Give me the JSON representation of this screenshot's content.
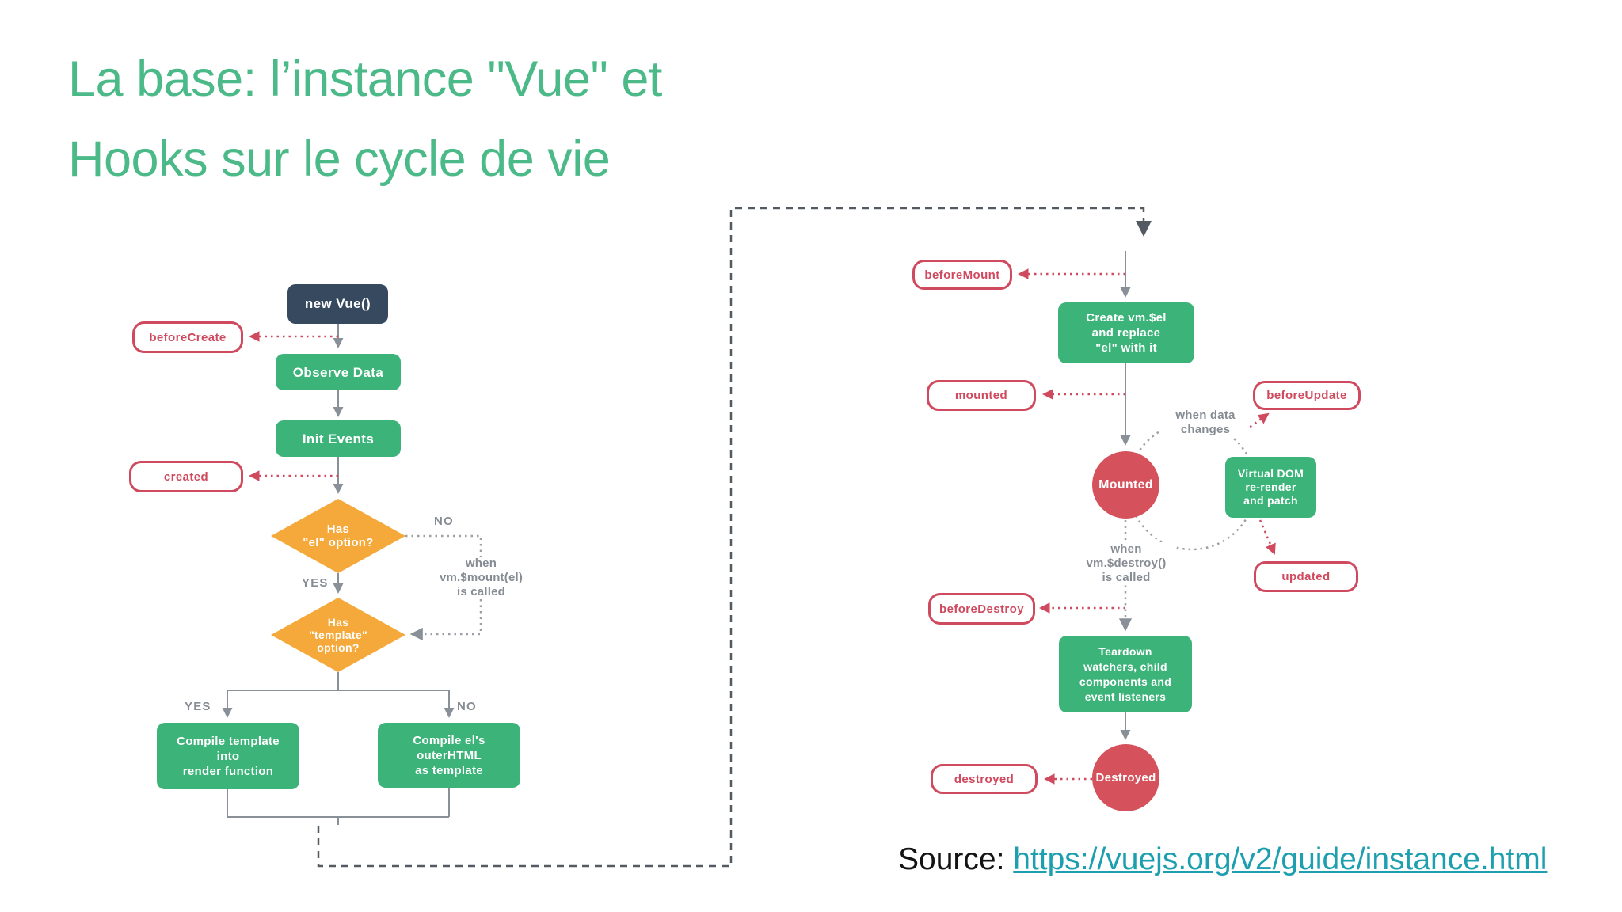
{
  "title": {
    "line1": "La base: l’instance \"Vue\" et",
    "line2": "Hooks sur le cycle de vie"
  },
  "left_flow": {
    "new_vue": "new Vue()",
    "before_create": "beforeCreate",
    "observe_data": "Observe Data",
    "init_events": "Init Events",
    "created": "created",
    "has_el": "Has\n\"el\" option?",
    "no_1": "NO",
    "yes_1": "YES",
    "when_mount": "when\nvm.$mount(el)\nis called",
    "has_template": "Has\n\"template\"\noption?",
    "yes_2": "YES",
    "no_2": "NO",
    "compile_template": "Compile template\ninto\nrender function",
    "compile_el": "Compile el's\nouterHTML\nas template"
  },
  "right_flow": {
    "before_mount": "beforeMount",
    "create_vm_el": "Create vm.$el\nand replace\n\"el\" with it",
    "mounted_hook": "mounted",
    "before_update": "beforeUpdate",
    "when_data_changes": "when data\nchanges",
    "mounted_state": "Mounted",
    "virtual_dom": "Virtual DOM\nre-render\nand patch",
    "updated": "updated",
    "when_destroy": "when\nvm.$destroy()\nis called",
    "before_destroy": "beforeDestroy",
    "teardown": "Teardown\nwatchers, child\ncomponents and\nevent listeners",
    "destroyed_state": "Destroyed",
    "destroyed_hook": "destroyed"
  },
  "source": {
    "prefix": "Source: ",
    "link": "https://vuejs.org/v2/guide/instance.html"
  },
  "colors": {
    "green": "#3cb379",
    "navy": "#36495e",
    "orange": "#f5a93b",
    "red-fill": "#d5525c",
    "red-line": "#cf4a5e",
    "gray-line": "#8a9097",
    "gray-dot": "#9aa0a6",
    "gray-text": "#868c93",
    "dark-dash": "#545a62",
    "title-green": "#4cba88",
    "link-teal": "#1d9fb0"
  }
}
